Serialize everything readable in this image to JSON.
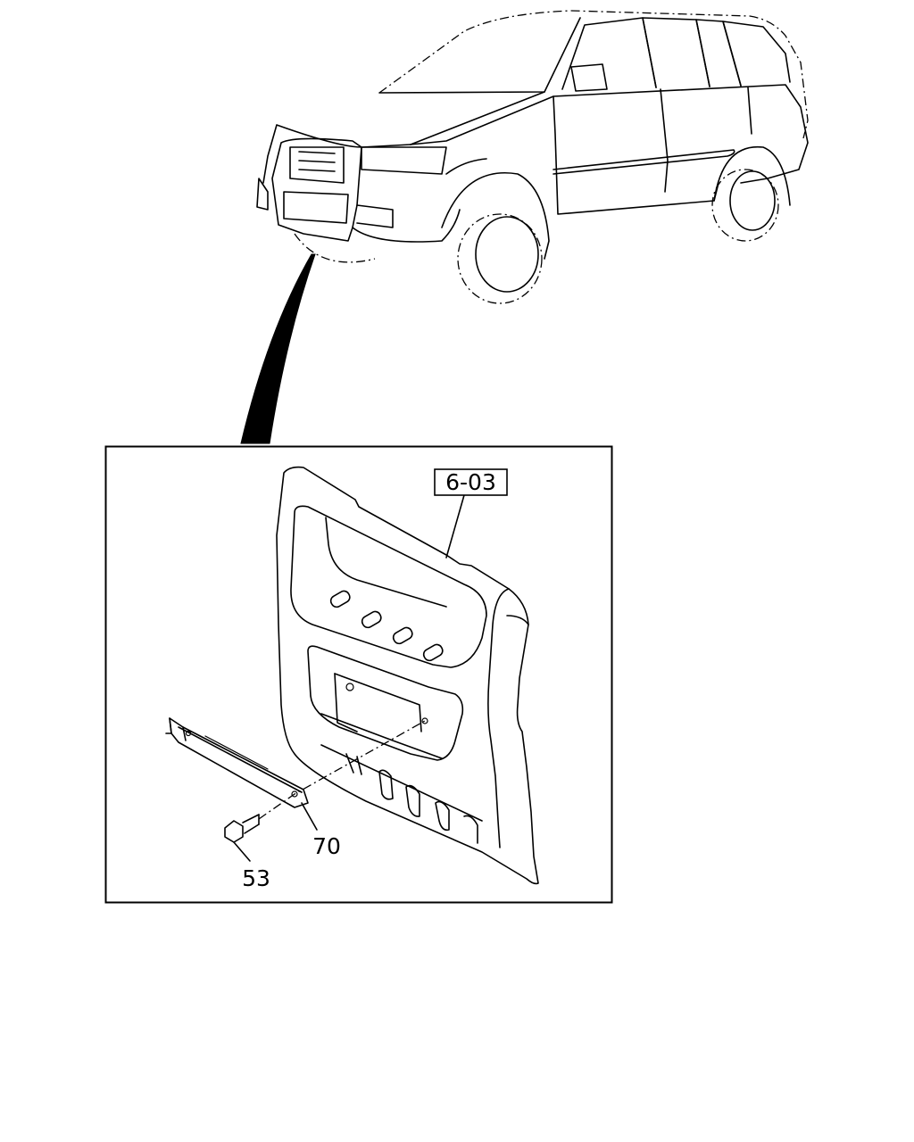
{
  "diagram": {
    "callouts": {
      "part_ref": "6-03",
      "bracket": "70",
      "bolt": "53"
    }
  }
}
